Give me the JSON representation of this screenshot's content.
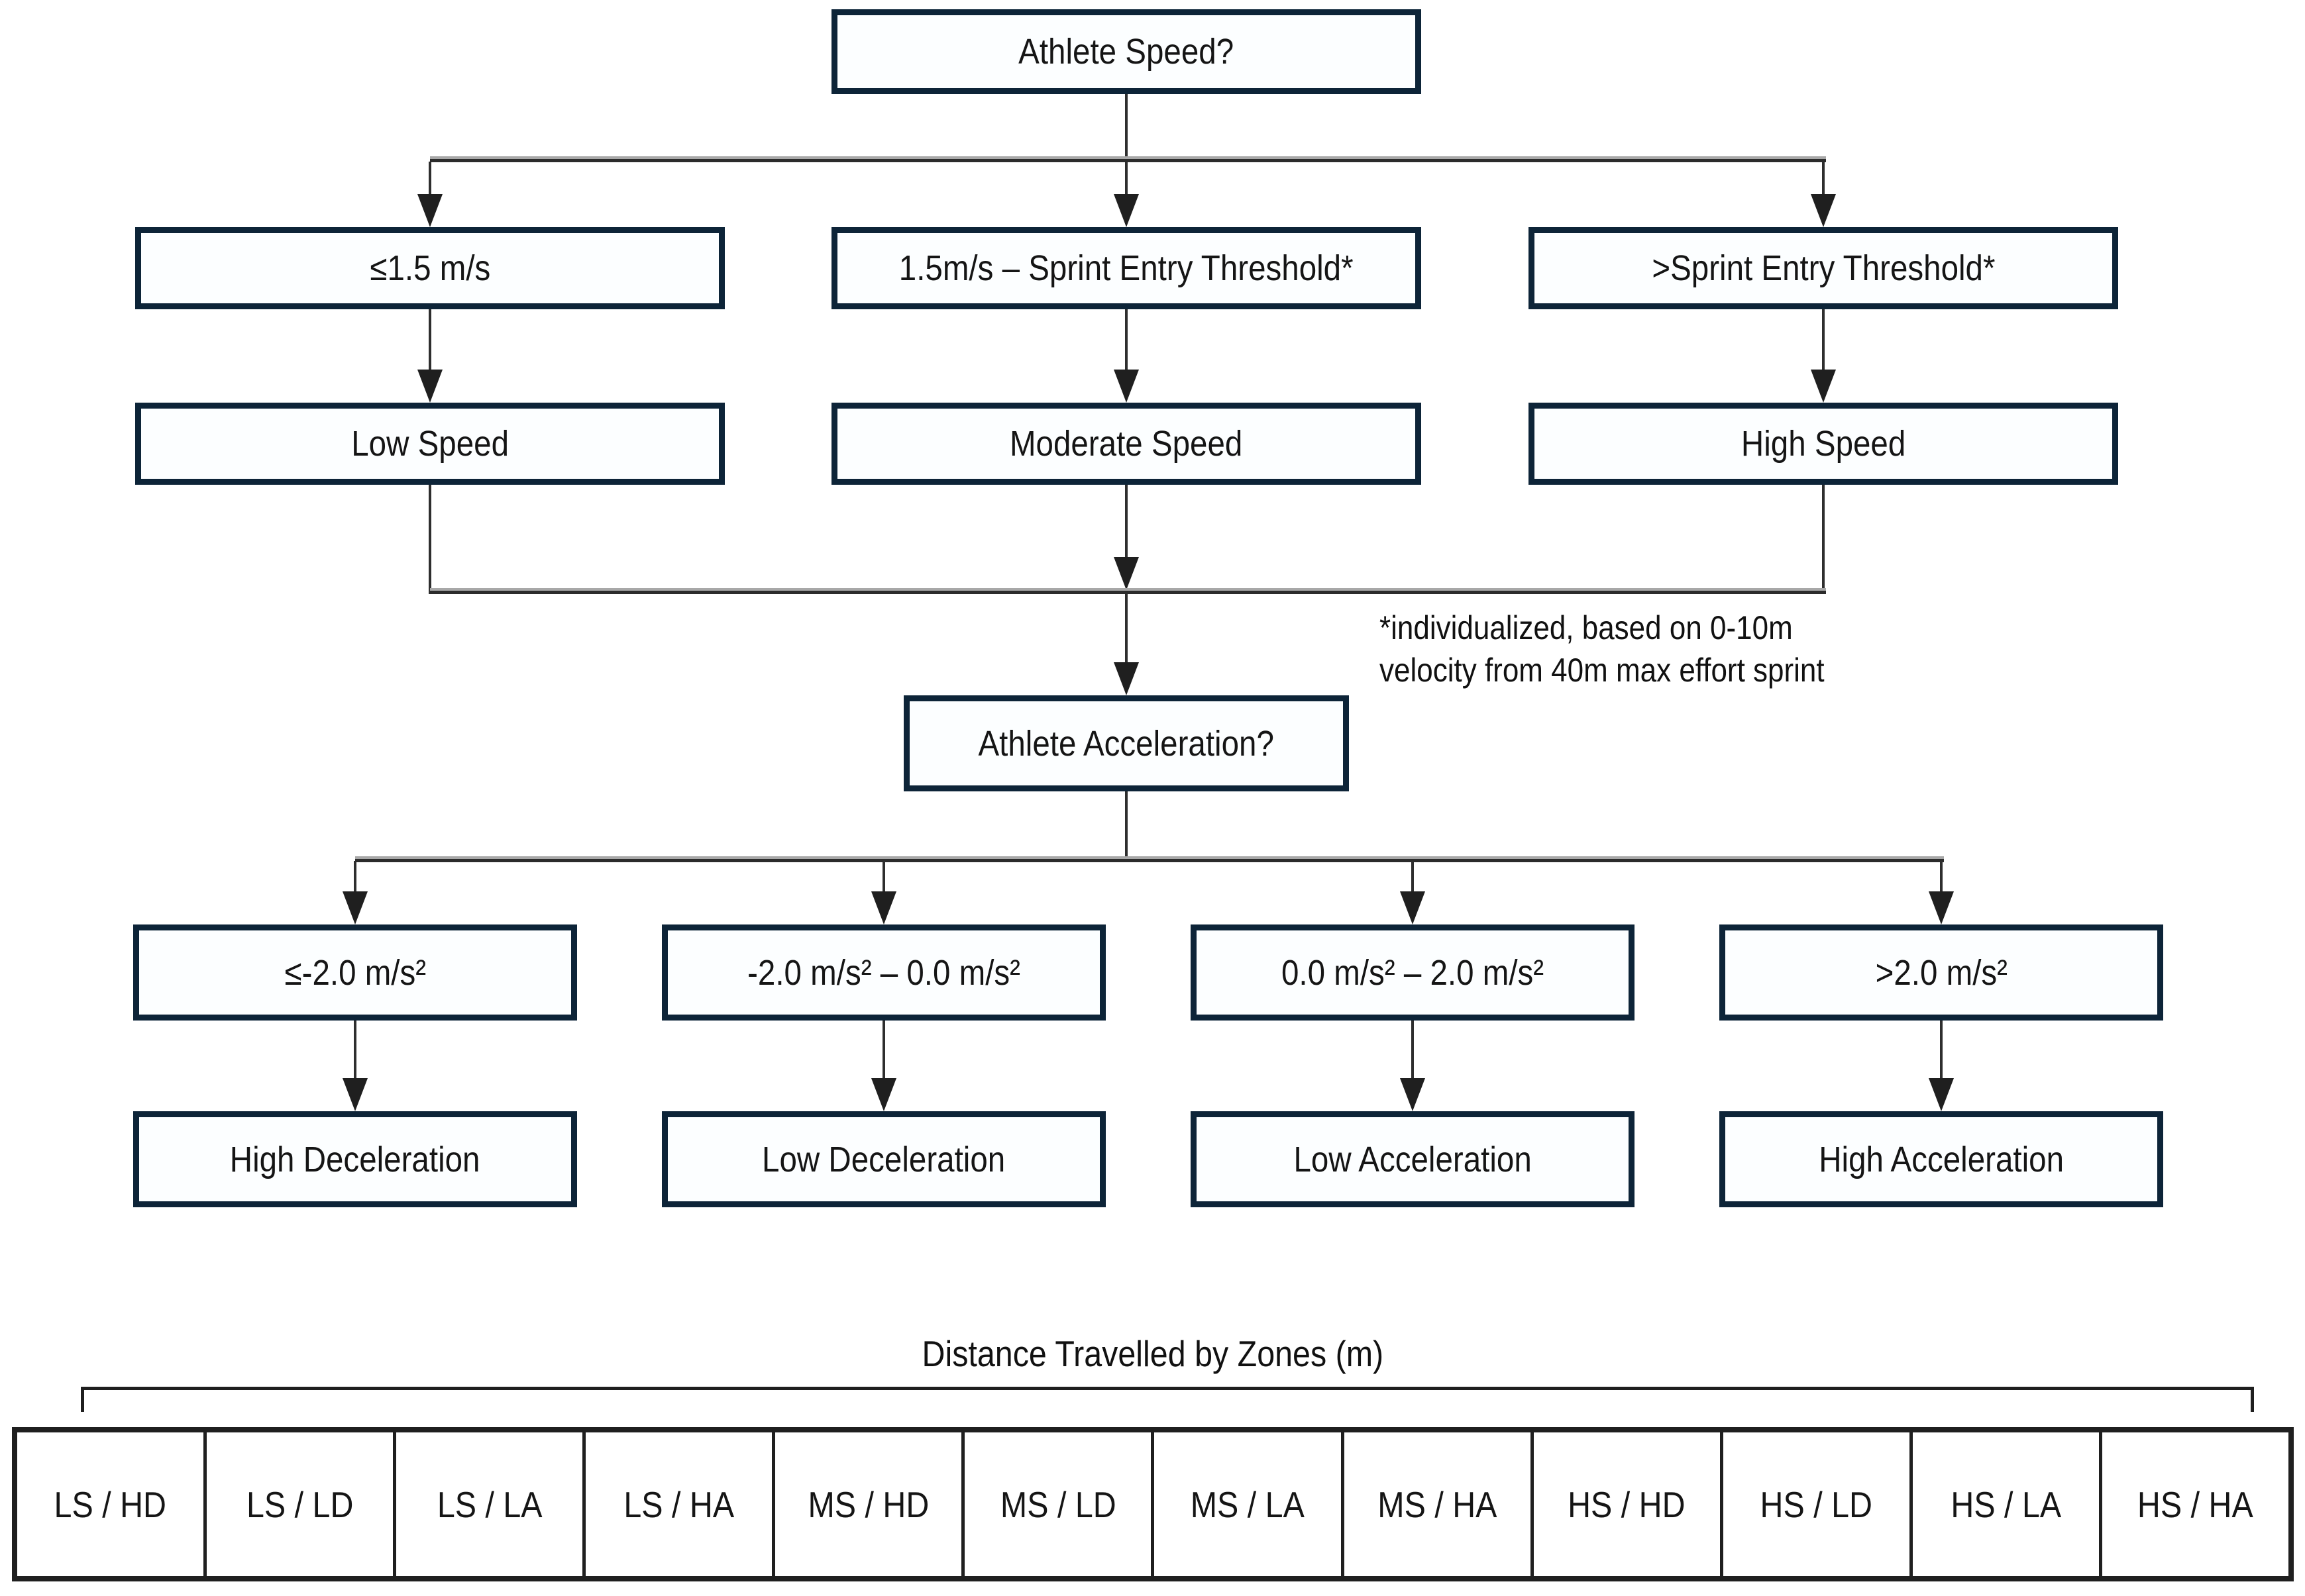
{
  "diagram": {
    "speed_question": "Athlete Speed?",
    "speed_branches": [
      {
        "threshold": "≤1.5 m/s",
        "zone": "Low Speed"
      },
      {
        "threshold": "1.5m/s – Sprint Entry Threshold*",
        "zone": "Moderate Speed"
      },
      {
        "threshold": ">Sprint Entry Threshold*",
        "zone": "High Speed"
      }
    ],
    "footnote": "*individualized, based on 0-10m velocity from 40m max effort sprint",
    "acceleration_question": "Athlete Acceleration?",
    "acceleration_branches": [
      {
        "threshold": "≤-2.0 m/s²",
        "zone": "High Deceleration"
      },
      {
        "threshold": "-2.0 m/s² – 0.0 m/s²",
        "zone": "Low Deceleration"
      },
      {
        "threshold": "0.0 m/s² – 2.0 m/s²",
        "zone": "Low Acceleration"
      },
      {
        "threshold": ">2.0 m/s²",
        "zone": "High Acceleration"
      }
    ],
    "zones_title": "Distance Travelled by Zones (m)",
    "zone_cells": [
      "LS / HD",
      "LS / LD",
      "LS / LA",
      "LS / HA",
      "MS / HD",
      "MS / LD",
      "MS / LA",
      "MS / HA",
      "HS / HD",
      "HS / LD",
      "HS / LA",
      "HS / HA"
    ],
    "colors": {
      "box_border": "#0d2438",
      "box_fill": "#fcfeff",
      "connector": "#2e2e2e",
      "table_border": "#1f1f1f",
      "text": "#151515"
    }
  }
}
